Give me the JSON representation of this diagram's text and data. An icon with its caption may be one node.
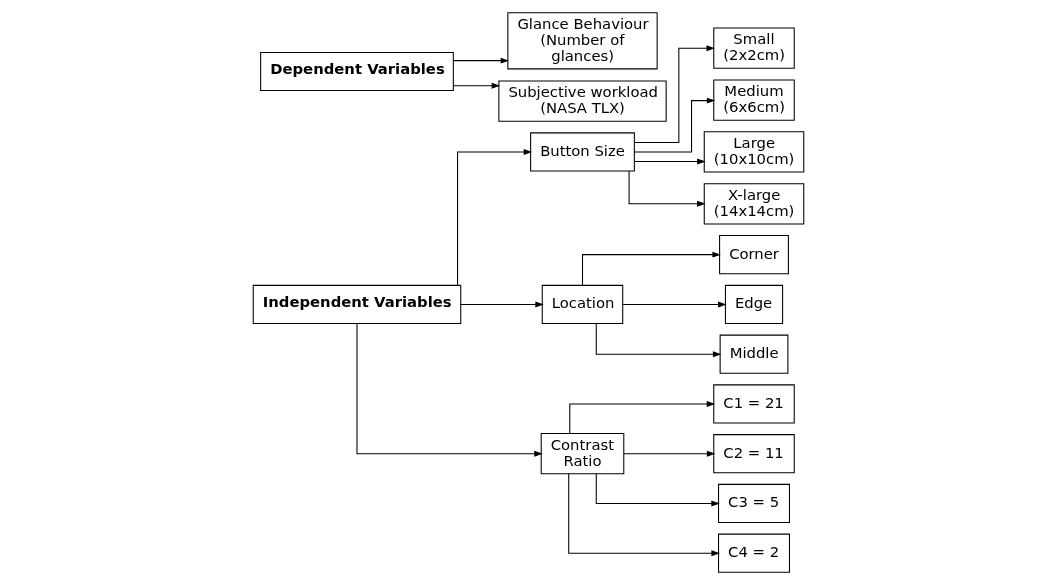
{
  "diagram": {
    "nodes": [
      {
        "text": [
          "Independent Variables"
        ]
      },
      {
        "text": [
          "Button Size"
        ]
      },
      {
        "text": [
          "Small (2x2cm)"
        ]
      },
      {
        "text": [
          "Medium (6x6cm)"
        ]
      },
      {
        "text": [
          "Large (10x10cm)"
        ]
      },
      {
        "text": [
          "X-large (14x14cm)"
        ]
      },
      {
        "text": [
          "Location"
        ]
      },
      {
        "text": [
          "Corner"
        ]
      },
      {
        "text": [
          "Edge"
        ]
      },
      {
        "text": [
          "Middle"
        ]
      },
      {
        "text": [
          "Contrast Ratio"
        ]
      },
      {
        "text": [
          "C1 = 21"
        ]
      },
      {
        "text": [
          "C2 = 11"
        ]
      },
      {
        "text": [
          "C3 = 5"
        ]
      },
      {
        "text": [
          "C4 = 2"
        ]
      },
      {
        "text": [
          "Dependent Variables"
        ]
      },
      {
        "text": [
          "Glance Behaviour (Number of glances)"
        ]
      },
      {
        "text": [
          "Subjective workload (NASA TLX)"
        ]
      }
    ],
    "edges": [
      {
        "from": 0,
        "to": 1,
        "arrow": "to"
      },
      {
        "from": 0,
        "to": 6,
        "arrow": "to"
      },
      {
        "from": 0,
        "to": 10,
        "arrow": "to"
      },
      {
        "from": 1,
        "to": 2,
        "arrow": "to"
      },
      {
        "from": 1,
        "to": 3,
        "arrow": "to"
      },
      {
        "from": 1,
        "to": 4,
        "arrow": "to"
      },
      {
        "from": 1,
        "to": 5,
        "arrow": "to"
      },
      {
        "from": 6,
        "to": 7,
        "arrow": "to"
      },
      {
        "from": 6,
        "to": 8,
        "arrow": "to"
      },
      {
        "from": 6,
        "to": 9,
        "arrow": "to"
      },
      {
        "from": 10,
        "to": 11,
        "arrow": "to"
      },
      {
        "from": 10,
        "to": 12,
        "arrow": "to"
      },
      {
        "from": 10,
        "to": 13,
        "arrow": "to"
      },
      {
        "from": 10,
        "to": 14,
        "arrow": "to"
      },
      {
        "from": 15,
        "to": 16,
        "arrow": "to"
      },
      {
        "from": 15,
        "to": 17,
        "arrow": "to"
      }
    ]
  }
}
